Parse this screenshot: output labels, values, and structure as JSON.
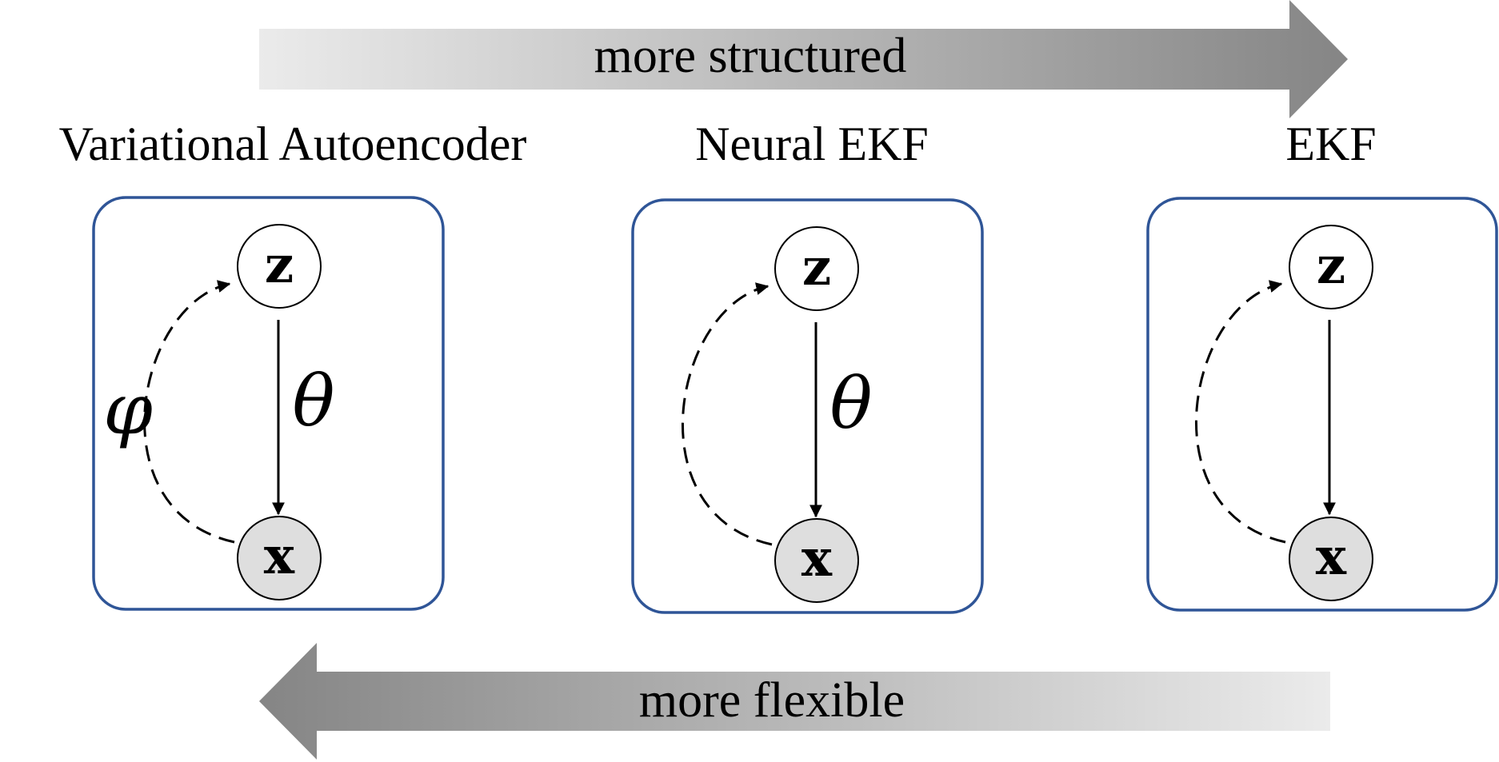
{
  "top_arrow": {
    "label": "more structured",
    "direction": "right",
    "gradient": [
      "#ebebeb",
      "#858585"
    ]
  },
  "bottom_arrow": {
    "label": "more flexible",
    "direction": "left",
    "gradient": [
      "#858585",
      "#ebebeb"
    ]
  },
  "panel_style": {
    "border_color": "#2f5597",
    "observed_fill": "#dedede"
  },
  "models": [
    {
      "title": "Variational Autoencoder",
      "latent_node": "z",
      "observed_node": "x",
      "generative_label": "θ",
      "inference_label": "φ"
    },
    {
      "title": "Neural EKF",
      "latent_node": "z",
      "observed_node": "x",
      "generative_label": "θ",
      "inference_label": ""
    },
    {
      "title": "EKF",
      "latent_node": "z",
      "observed_node": "x",
      "generative_label": "",
      "inference_label": ""
    }
  ]
}
